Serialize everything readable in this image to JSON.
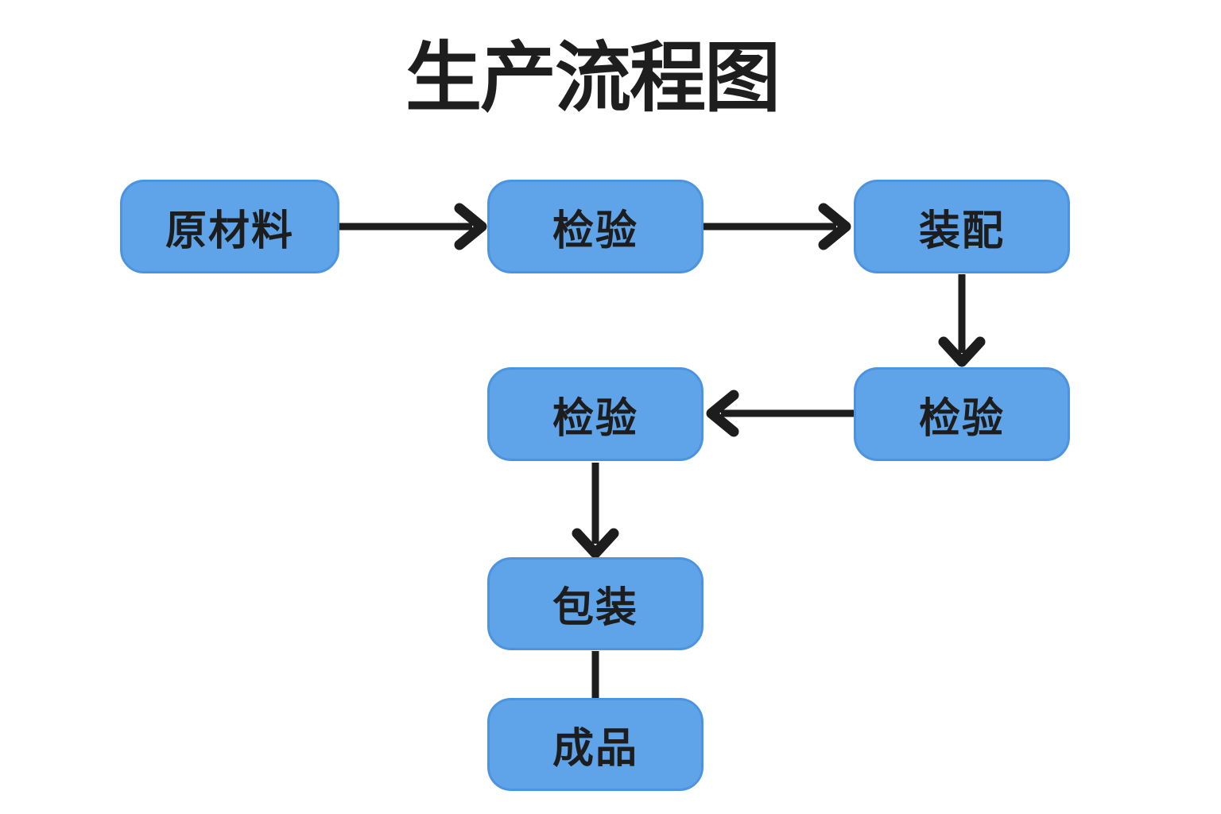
{
  "title": "生产流程图",
  "nodes": [
    {
      "id": "raw-materials",
      "label": "原材料"
    },
    {
      "id": "inspection-1",
      "label": "检验"
    },
    {
      "id": "assembly",
      "label": "装配"
    },
    {
      "id": "inspection-2",
      "label": "检验"
    },
    {
      "id": "inspection-3",
      "label": "检验"
    },
    {
      "id": "packaging",
      "label": "包装"
    },
    {
      "id": "finished-product",
      "label": "成品"
    }
  ],
  "edges": [
    {
      "from": "raw-materials",
      "to": "inspection-1",
      "arrowhead": true,
      "direction": "right"
    },
    {
      "from": "inspection-1",
      "to": "assembly",
      "arrowhead": true,
      "direction": "right"
    },
    {
      "from": "assembly",
      "to": "inspection-2",
      "arrowhead": true,
      "direction": "down"
    },
    {
      "from": "inspection-2",
      "to": "inspection-3",
      "arrowhead": true,
      "direction": "left"
    },
    {
      "from": "inspection-3",
      "to": "packaging",
      "arrowhead": true,
      "direction": "down"
    },
    {
      "from": "packaging",
      "to": "finished-product",
      "arrowhead": false,
      "direction": "down"
    }
  ],
  "colors": {
    "background": "#ffffff",
    "node_fill": "#5fa3e9",
    "node_border": "#4c94df",
    "node_text": "#1d1d1d",
    "title_text": "#1e1e1e",
    "arrow": "#1d1d1d"
  }
}
